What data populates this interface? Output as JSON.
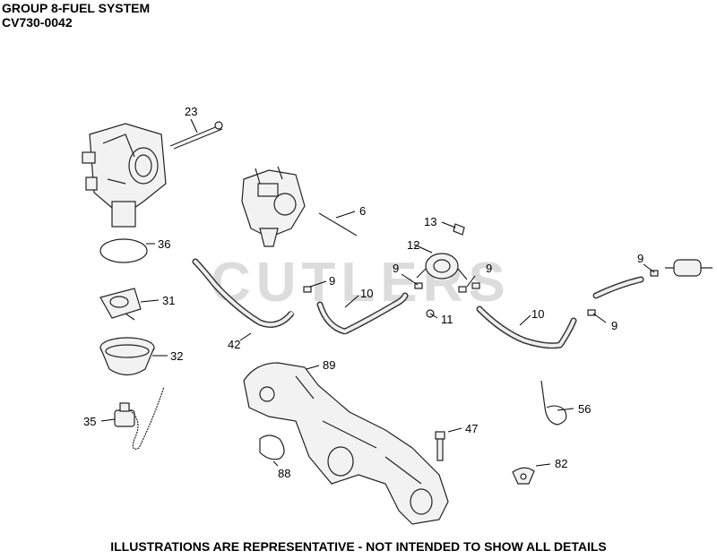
{
  "header": {
    "title": "GROUP 8-FUEL SYSTEM",
    "model": "CV730-0042"
  },
  "watermark": "CUTLERS",
  "footer": "ILLUSTRATIONS ARE REPRESENTATIVE - NOT INTENDED TO SHOW ALL DETAILS",
  "callouts": {
    "c23": "23",
    "c36": "36",
    "c31": "31",
    "c32": "32",
    "c35": "35",
    "c6": "6",
    "c13": "13",
    "c12": "12",
    "c9a": "9",
    "c9b": "9",
    "c9c": "9",
    "c9d": "9",
    "c9e": "9",
    "c10a": "10",
    "c10b": "10",
    "c11": "11",
    "c42": "42",
    "c89": "89",
    "c47": "47",
    "c56": "56",
    "c82": "82",
    "c88": "88"
  }
}
